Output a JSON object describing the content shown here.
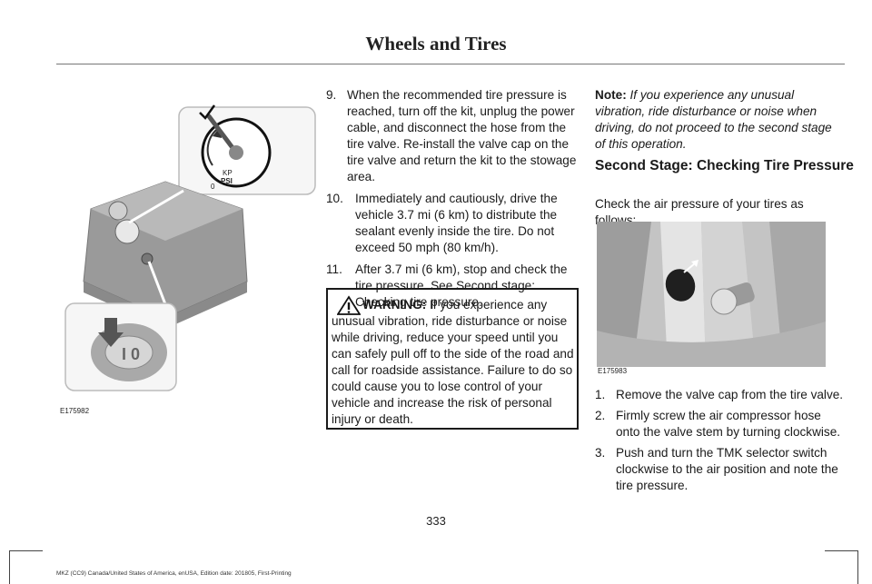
{
  "header": {
    "title": "Wheels and Tires"
  },
  "figures": {
    "left": {
      "id": "E175982",
      "gauge_top": "KP",
      "gauge_bottom": "PSI",
      "gauge_zero": "0"
    },
    "right": {
      "id": "E175983"
    }
  },
  "col2": {
    "steps": [
      {
        "num": "9.",
        "text": "When the recommended tire pressure is reached, turn off the kit, unplug the power cable, and disconnect the hose from the tire valve. Re-install the valve cap on the tire valve and return the kit to the stowage area."
      },
      {
        "num": "10.",
        "text": "Immediately and cautiously, drive the vehicle 3.7 mi (6 km) to distribute the sealant evenly inside the tire. Do not exceed 50 mph (80 km/h)."
      },
      {
        "num": "11.",
        "text": "After 3.7 mi (6 km), stop and check the tire pressure. See Second stage: Checking tire pressure."
      }
    ],
    "warning": {
      "label": "WARNING:",
      "text": " If you experience any unusual vibration, ride disturbance or noise while driving, reduce your speed until you can safely pull off to the side of the road and call for roadside assistance. Failure to do so could cause you to lose control of your vehicle and increase the risk of personal injury or death."
    }
  },
  "col3": {
    "note_label": "Note:",
    "note_text": " If you experience any unusual vibration, ride disturbance or noise when driving, do not proceed to the second stage of this operation.",
    "heading": "Second Stage: Checking Tire Pressure",
    "intro": "Check the air pressure of your tires as follows:",
    "steps": [
      {
        "num": "1.",
        "text": "Remove the valve cap from the tire valve."
      },
      {
        "num": "2.",
        "text": "Firmly screw the air compressor hose onto the valve stem by turning clockwise."
      },
      {
        "num": "3.",
        "text": "Push and turn the TMK selector switch clockwise to the air position and note the tire pressure."
      }
    ]
  },
  "page_number": "333",
  "footer": "MKZ (CC9) Canada/United States of America, enUSA, Edition date: 201805, First-Printing"
}
